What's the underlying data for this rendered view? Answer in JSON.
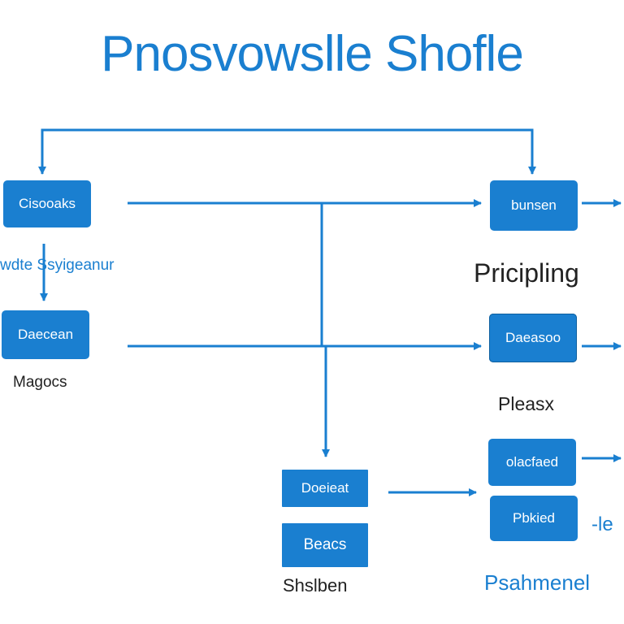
{
  "title": "Pnosvowslle Shofle",
  "nodes": {
    "top_left": "Cisooaks",
    "mid_left": "Daecean",
    "top_right": "bunsen",
    "mid_right": "Daeasoo",
    "lower_right_a": "olacfaed",
    "lower_right_b": "Pbkied",
    "bottom_center_a": "Doeieat",
    "bottom_center_b": "Beacs"
  },
  "labels": {
    "left_sub": "wdte Ssyigeanur",
    "magocs": "Magocs",
    "pricing": "Pricipling",
    "pleasx": "Pleasx",
    "shslben": "Shslben",
    "psahmenel": "Psahmenel",
    "side_edge": "-le"
  },
  "colors": {
    "primary": "#1a7fd0",
    "line": "#1a7fd0",
    "text_dark": "#222222"
  }
}
